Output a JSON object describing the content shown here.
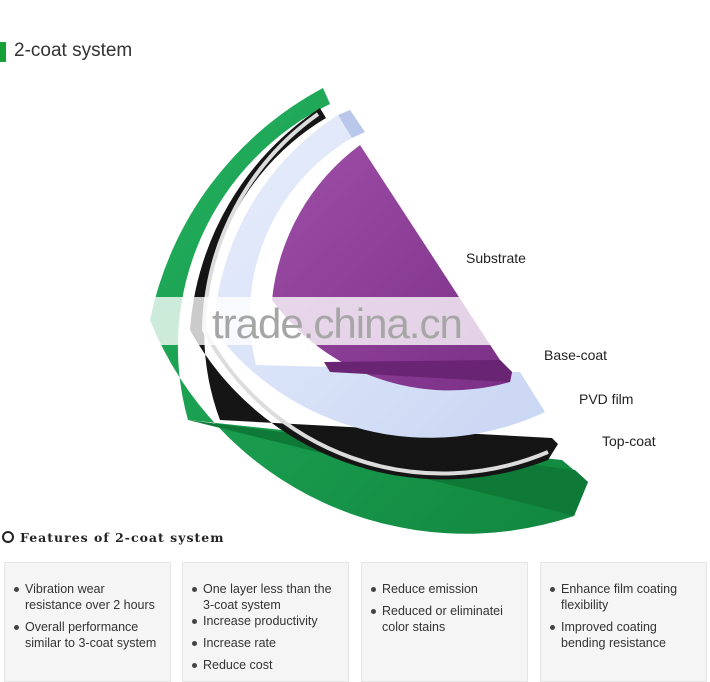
{
  "header": {
    "title": "2-coat system"
  },
  "diagram": {
    "labels": {
      "substrate": "Substrate",
      "base_coat": "Base-coat",
      "pvd_film": "PVD film",
      "top_coat": "Top-coat"
    },
    "watermark": "trade.china.cn",
    "colors": {
      "top_coat": "#1aa150",
      "substrate": "#8b3d92",
      "base_coat": "#dfe8fb",
      "pvd_film": "#1a1a1a"
    }
  },
  "features": {
    "heading": "Features of 2-coat system",
    "cards": [
      {
        "items": [
          "Vibration wear resistance over 2 hours",
          "Overall performance similar to 3-coat system"
        ]
      },
      {
        "items": [
          "One layer less than the 3-coat system",
          "Increase productivity",
          "Increase rate",
          "Reduce cost"
        ]
      },
      {
        "items": [
          "Reduce emission",
          "Reduced or eliminatei color stains"
        ]
      },
      {
        "items": [
          "Enhance film coating flexibility",
          "Improved  coating bending resistance"
        ]
      }
    ]
  }
}
